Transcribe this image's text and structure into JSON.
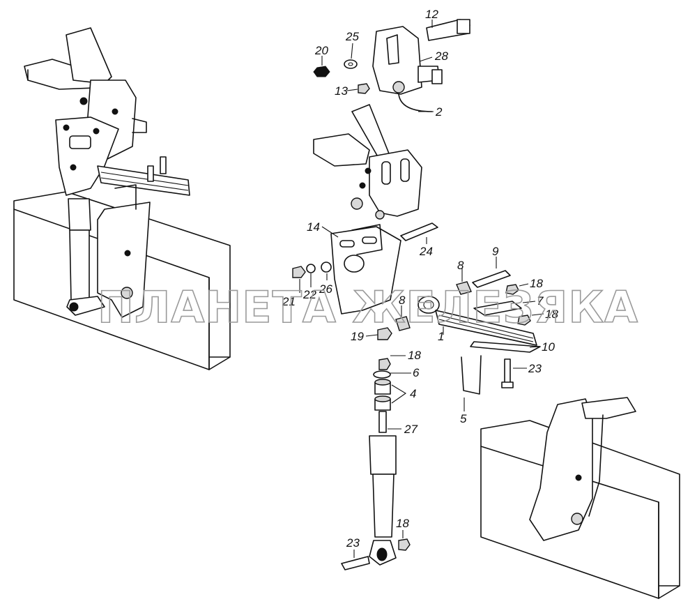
{
  "watermark": "ПЛАНЕТА ЖЕЛЕЗЯКА",
  "callouts": [
    "12",
    "25",
    "20",
    "28",
    "13",
    "2",
    "14",
    "24",
    "9",
    "8",
    "18",
    "7",
    "18",
    "21",
    "22",
    "26",
    "8",
    "19",
    "1",
    "10",
    "18",
    "6",
    "23",
    "4",
    "5",
    "27",
    "18",
    "23"
  ],
  "colors": {
    "line": "#111111",
    "background": "#ffffff",
    "watermark": "#9a9a9a"
  }
}
